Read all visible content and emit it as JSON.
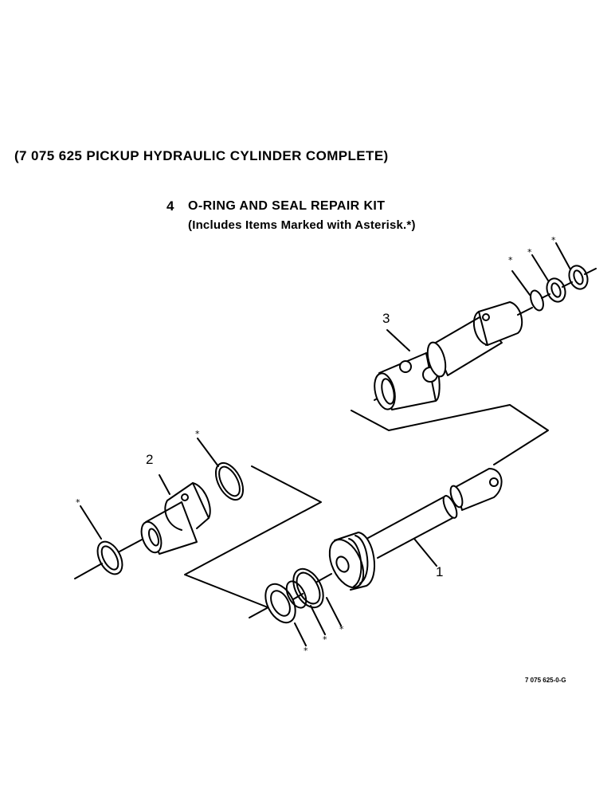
{
  "title": "(7 075 625 PICKUP HYDRAULIC CYLINDER COMPLETE)",
  "kit": {
    "number": "4",
    "title": "O-RING AND SEAL REPAIR KIT",
    "note": "(Includes Items Marked with Asterisk.*)"
  },
  "callouts": {
    "part1": "1",
    "part2": "2",
    "part3": "3",
    "asterisk": "*"
  },
  "figure_code": "7 075 625-0-G"
}
